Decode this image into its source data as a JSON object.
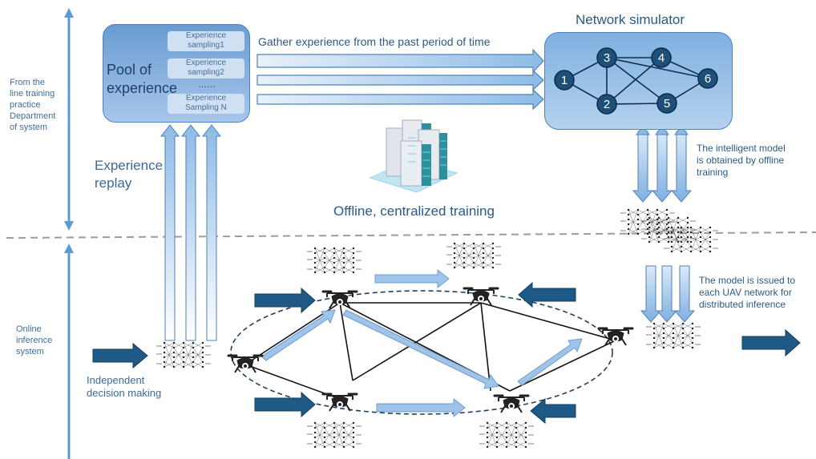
{
  "left_axis": {
    "upper_label": "From the\nline training\npractice\nDepartment\nof system",
    "lower_label": "Online\ninference\nsystem"
  },
  "pool": {
    "title": "Pool of\nexperience",
    "samples": [
      "Experience\nsampling1",
      "Experience\nsampling2",
      "Experience\nSampling N"
    ],
    "ellipsis": "……"
  },
  "gather_label": "Gather experience from the past period of time",
  "simulator": {
    "title": "Network simulator",
    "nodes": [
      "1",
      "2",
      "3",
      "4",
      "5",
      "6"
    ]
  },
  "experience_replay": "Experience\nreplay",
  "offline_training": "Offline, centralized training",
  "intelligent_model": "The intelligent model\nis obtained by offline\ntraining",
  "model_issued": "The model is issued to\neach UAV network for\ndistributed inference",
  "independent_decision": "Independent\ndecision making",
  "colors": {
    "dark_arrow": "#1e5a85",
    "light_arrow": "#9fc4ea",
    "axis": "#5b9bd5",
    "node": "#1e4f79"
  }
}
